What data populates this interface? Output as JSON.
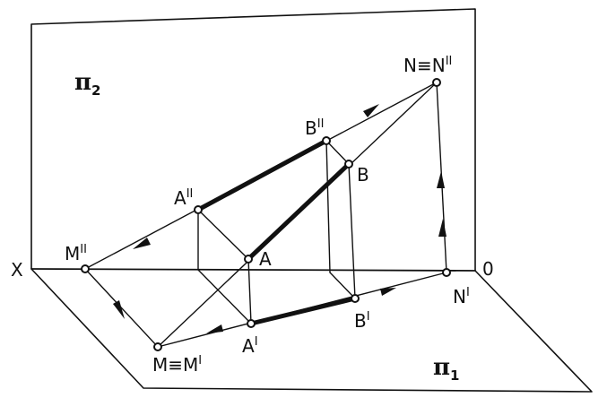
{
  "planes": {
    "frontal": {
      "symbol": "π",
      "sub": "2"
    },
    "horizontal": {
      "symbol": "π",
      "sub": "1"
    }
  },
  "axis": {
    "x_label": "X",
    "origin_label": "0"
  },
  "points": {
    "N": {
      "main": "N≡N",
      "sup": "II"
    },
    "B2": {
      "main": "B",
      "sup": "II"
    },
    "B": {
      "main": "B",
      "sup": ""
    },
    "A2": {
      "main": "A",
      "sup": "II"
    },
    "A": {
      "main": "A",
      "sup": ""
    },
    "M2": {
      "main": "M",
      "sup": "II"
    },
    "N1": {
      "main": "N",
      "sup": "I"
    },
    "B1": {
      "main": "B",
      "sup": "I"
    },
    "A1": {
      "main": "A",
      "sup": "I"
    },
    "M": {
      "main": "M≡M",
      "sup": "I"
    }
  }
}
